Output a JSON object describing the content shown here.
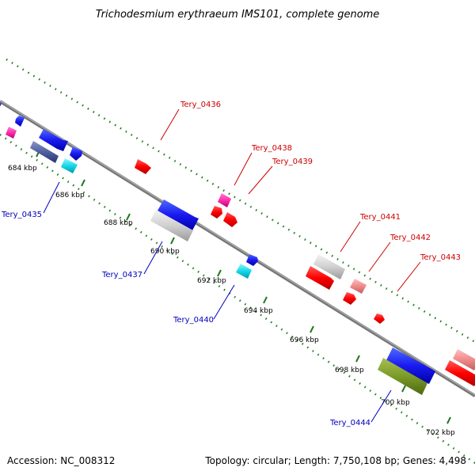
{
  "title": "Trichodesmium erythraeum IMS101, complete genome",
  "footer": {
    "accession": "Accession: NC_008312",
    "topology": "Topology: circular; Length: 7,750,108 bp; Genes: 4,498"
  },
  "colors": {
    "backbone": "#8a8a8a",
    "tick": "#1f7a1f",
    "forward_label": "#cc0000",
    "reverse_label": "#0000bb"
  },
  "ticks": [
    "684 kbp",
    "686 kbp",
    "688 kbp",
    "690 kbp",
    "692 kbp",
    "694 kbp",
    "696 kbp",
    "698 kbp",
    "700 kbp",
    "702 kbp"
  ],
  "labels": {
    "forward": [
      "Tery_0436",
      "Tery_0438",
      "Tery_0439",
      "Tery_0441",
      "Tery_0442",
      "Tery_0443"
    ],
    "reverse": [
      "Tery_0435",
      "Tery_0437",
      "Tery_0440",
      "Tery_0444"
    ]
  },
  "gene_colors": [
    "blue",
    "red",
    "magenta",
    "cyan",
    "grey",
    "pink",
    "olive",
    "slate"
  ]
}
